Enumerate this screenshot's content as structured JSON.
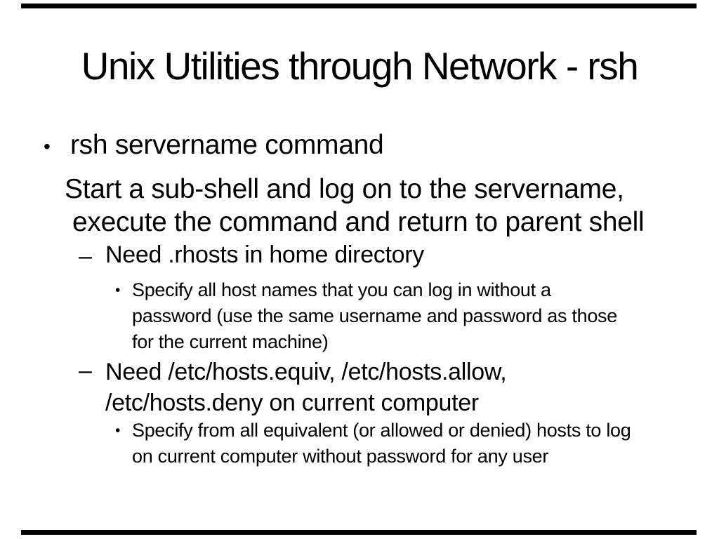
{
  "slide": {
    "title": "Unix Utilities through Network - rsh",
    "colors": {
      "background": "#ffffff",
      "text": "#000000",
      "rule": "#000000"
    },
    "content": {
      "items": [
        {
          "marker": "•",
          "lines": [
            "rsh servername command"
          ]
        },
        {
          "marker": "",
          "lines": [
            "Start a sub-shell and log on to the servername,",
            "execute the command and return to parent shell"
          ]
        },
        {
          "marker": "–",
          "lines": [
            "Need .rhosts in home directory"
          ]
        },
        {
          "marker": "•",
          "lines": [
            "Specify all host names that you can log in without a",
            "password (use the same username and password as those",
            "for the current machine)"
          ]
        },
        {
          "marker": "–",
          "lines": [
            "Need /etc/hosts.equiv, /etc/hosts.allow,",
            "/etc/hosts.deny on current computer"
          ]
        },
        {
          "marker": "•",
          "lines": [
            "Specify from all equivalent (or allowed or denied) hosts to log",
            "on current computer without password for any user"
          ]
        }
      ]
    }
  }
}
